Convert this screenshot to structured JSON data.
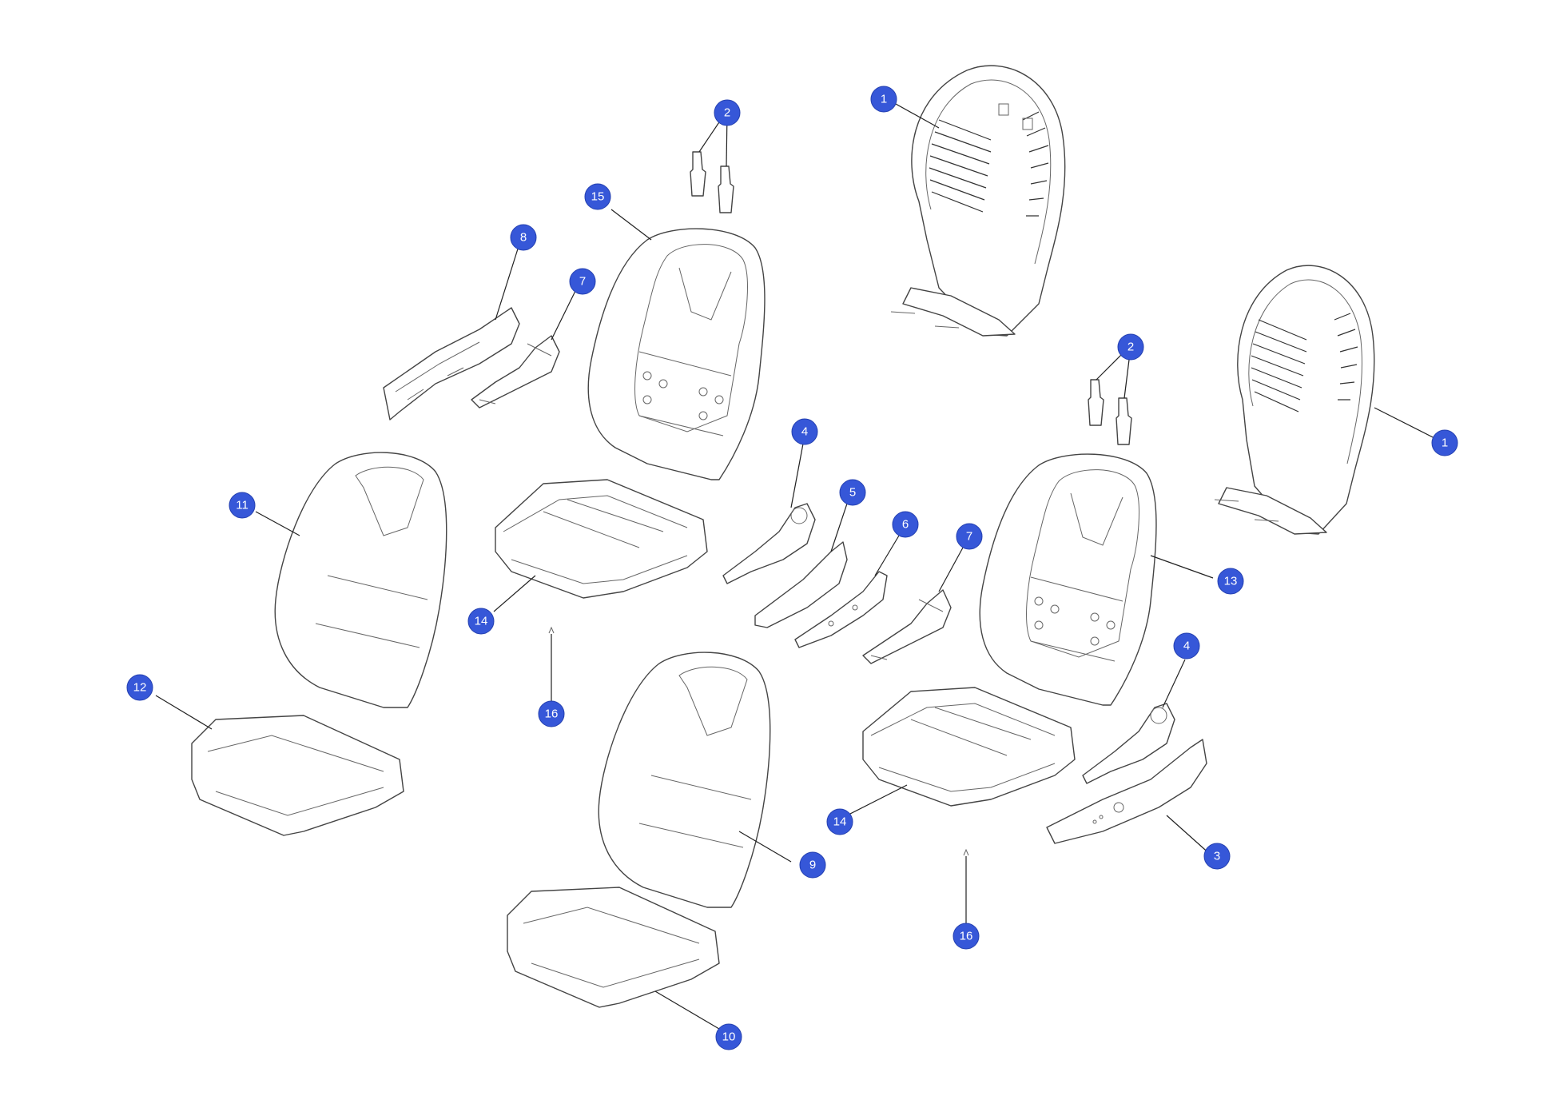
{
  "callouts": [
    {
      "id": "1a",
      "number": "1"
    },
    {
      "id": "1b",
      "number": "1"
    },
    {
      "id": "2a",
      "number": "2"
    },
    {
      "id": "2b",
      "number": "2"
    },
    {
      "id": "3",
      "number": "3"
    },
    {
      "id": "4a",
      "number": "4"
    },
    {
      "id": "4b",
      "number": "4"
    },
    {
      "id": "5",
      "number": "5"
    },
    {
      "id": "6",
      "number": "6"
    },
    {
      "id": "7a",
      "number": "7"
    },
    {
      "id": "7b",
      "number": "7"
    },
    {
      "id": "8",
      "number": "8"
    },
    {
      "id": "9",
      "number": "9"
    },
    {
      "id": "10",
      "number": "10"
    },
    {
      "id": "11",
      "number": "11"
    },
    {
      "id": "12",
      "number": "12"
    },
    {
      "id": "13",
      "number": "13"
    },
    {
      "id": "14a",
      "number": "14"
    },
    {
      "id": "14b",
      "number": "14"
    },
    {
      "id": "15",
      "number": "15"
    },
    {
      "id": "16a",
      "number": "16"
    },
    {
      "id": "16b",
      "number": "16"
    }
  ],
  "colors": {
    "callout_fill": "#3657d8",
    "callout_text": "#ffffff",
    "line": "#444444"
  }
}
